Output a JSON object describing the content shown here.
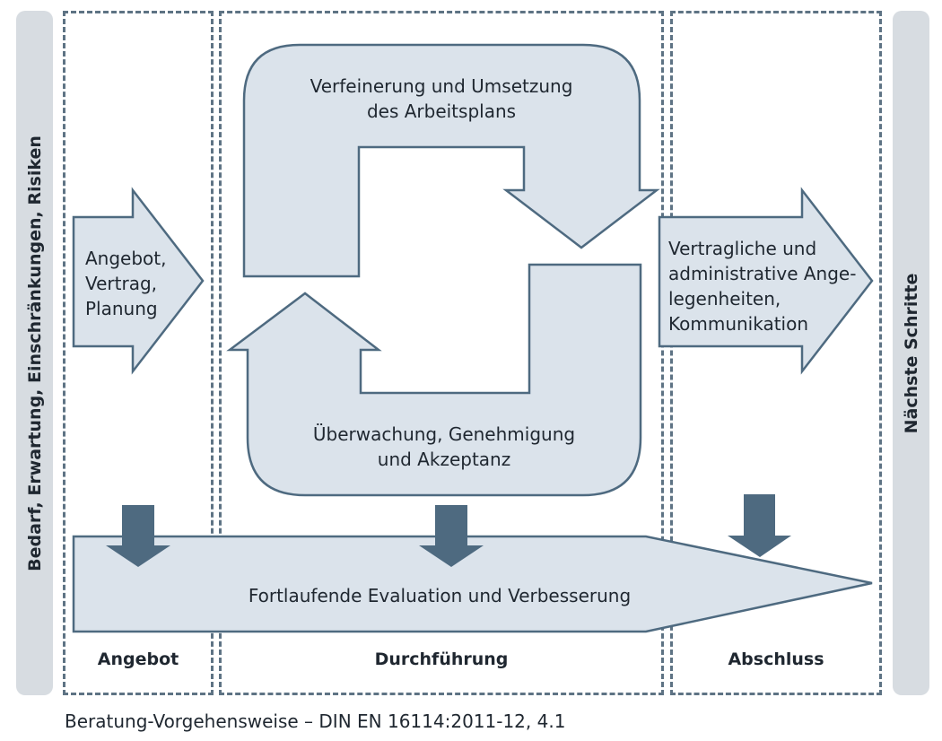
{
  "left_label": "Bedarf, Erwartung, Einschränkungen, Risiken",
  "right_label": "Nächste Schritte",
  "phases": [
    "Angebot",
    "Durchführung",
    "Abschluss"
  ],
  "angebot_arrow_lines": [
    "Angebot,",
    "Vertrag,",
    "Planung"
  ],
  "upper_loop_lines": [
    "Verfeinerung und Umsetzung",
    "des Arbeitsplans"
  ],
  "lower_loop_lines": [
    "Überwachung, Genehmigung",
    "und Akzeptanz"
  ],
  "abschluss_arrow_lines": [
    "Vertragliche und",
    "administrative Ange-",
    "legenheiten,",
    "Kommunikation"
  ],
  "evaluation_text": "Fortlaufende Evaluation und Verbesserung",
  "caption": "Beratung-Vorgehensweise – DIN EN 16114:2011-12, 4.1",
  "colors": {
    "fill": "#dbe3eb",
    "stroke": "#4e6a80",
    "down_arrow": "#4e6a80",
    "side": "#d7dce1"
  }
}
